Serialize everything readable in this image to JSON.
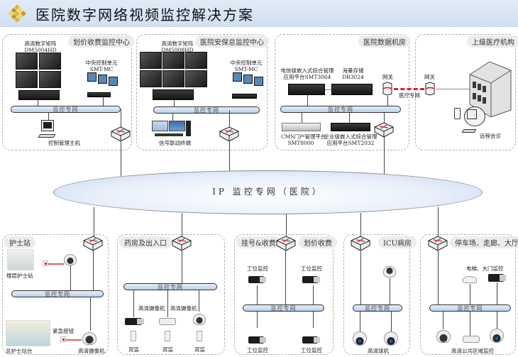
{
  "title": "医院数字网络视频监控解决方案",
  "logo_icon": "gold-diamond-grid-icon",
  "bus_label": "监控专网",
  "core_network": "IP 监控专网（医院）",
  "top_zones": [
    {
      "name": "划价收费监控中心",
      "matrix_label": [
        "高清数字矩阵",
        "DM5004HD"
      ],
      "control_unit": [
        "中央控制单元",
        "SMT-MC"
      ],
      "terminal": "控制管理主机"
    },
    {
      "name": "医院安保总监控中心",
      "matrix_label": [
        "高清数字矩阵",
        "DM5008HD"
      ],
      "control_unit": [
        "中央控制单元",
        "SMT-MC"
      ],
      "terminal": "信号联动终端"
    },
    {
      "name": "医院数据机房",
      "server1": [
        "电信级嵌入式综合管理",
        "应用平台SMT3064"
      ],
      "storage": [
        "海量存储",
        "DR3024"
      ],
      "gateway": "网关",
      "cms": [
        "CMS门户管理平台",
        "SMT8000"
      ],
      "enterprise": [
        "企业级嵌入式综合管理",
        "应用平台SMT2032"
      ]
    },
    {
      "name": "上级医疗机构",
      "gateway": "网关",
      "link_label": "医疗专网",
      "remote": "远程会诊"
    }
  ],
  "bottom_zones": [
    {
      "name": "护士站",
      "floor_station": "楼层护士站",
      "main_station": "总护士站台",
      "emergency_button": "紧急按钮",
      "camera": "高清摄像机"
    },
    {
      "name": "药房及出入口",
      "camera_labels": [
        "高清摄像机",
        "高清摄像机"
      ],
      "sensor_labels": [
        "双监",
        "双监",
        "双监"
      ]
    },
    {
      "name_left": "挂号&收费",
      "name_right": "划价收费",
      "station_labels": [
        "工位监控",
        "工位监控",
        "工位监控",
        "工位监控"
      ]
    },
    {
      "name": "ICU病房",
      "dome_label": "高清球机"
    },
    {
      "name": "停车场、走廊、大厅",
      "upper_label": "电梯、大门监控",
      "lower_label": "高清公共区域监控"
    }
  ]
}
